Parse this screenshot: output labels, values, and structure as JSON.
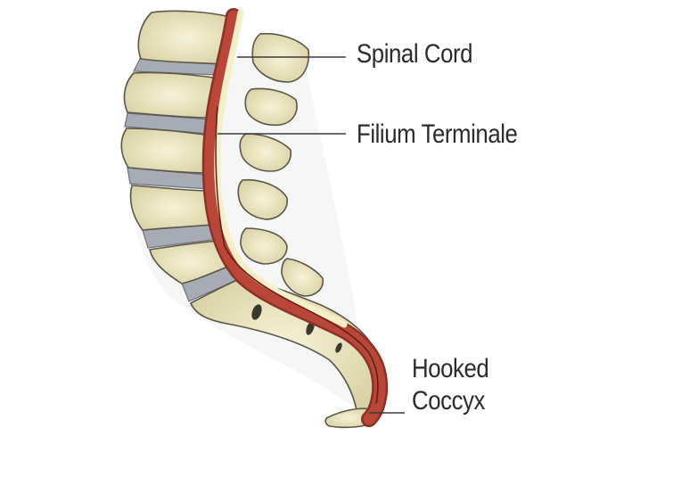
{
  "labels": {
    "spinal_cord": "Spinal Cord",
    "filum_terminale": "Filium Terminale",
    "hooked_coccyx_line1": "Hooked",
    "hooked_coccyx_line2": "Coccyx"
  },
  "colors": {
    "bone_fill": "#ece7c4",
    "bone_outline": "#5a5648",
    "disc": "#9ea3ad",
    "cord_red": "#a43a2c",
    "cord_pale": "#f5efc8",
    "leader_line": "#3a3a3a"
  }
}
